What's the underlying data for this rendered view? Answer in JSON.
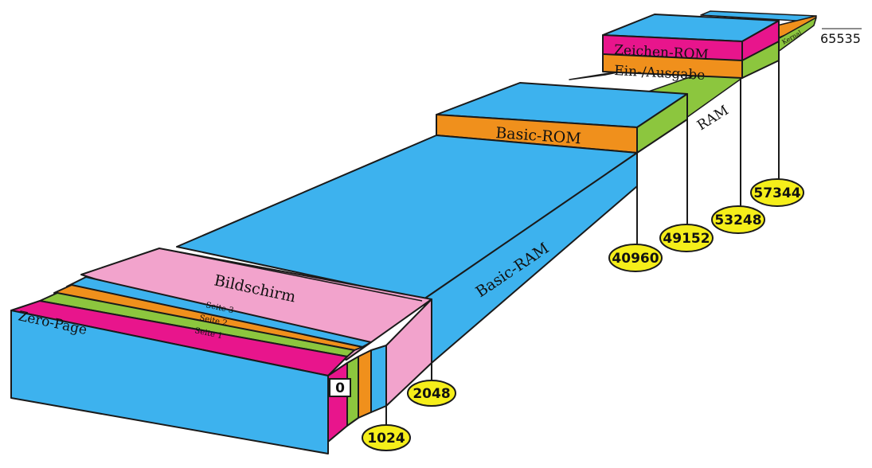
{
  "colors": {
    "blue": "#3db2ee",
    "pink": "#e8158c",
    "light_pink": "#f2a3cc",
    "orange": "#f0901c",
    "green": "#8cc63e",
    "yellow": "#f5ee1a",
    "outline": "#1a1a1a"
  },
  "regions": {
    "zero_page": "Zero-Page",
    "seite_1": "Seite 1",
    "seite_2": "Seite 2",
    "seite_3": "Seite 3",
    "bildschirm": "Bildschirm",
    "basic_ram": "Basic-RAM",
    "basic_rom": "Basic-ROM",
    "ram": "RAM",
    "ein_ausgabe": "Ein-/Ausgabe",
    "zeichen_rom": "Zeichen-ROM",
    "kernal": "Kernal"
  },
  "addresses": {
    "a0": "0",
    "a1024": "1024",
    "a2048": "2048",
    "a40960": "40960",
    "a49152": "49152",
    "a53248": "53248",
    "a57344": "57344",
    "a65535": "65535"
  }
}
